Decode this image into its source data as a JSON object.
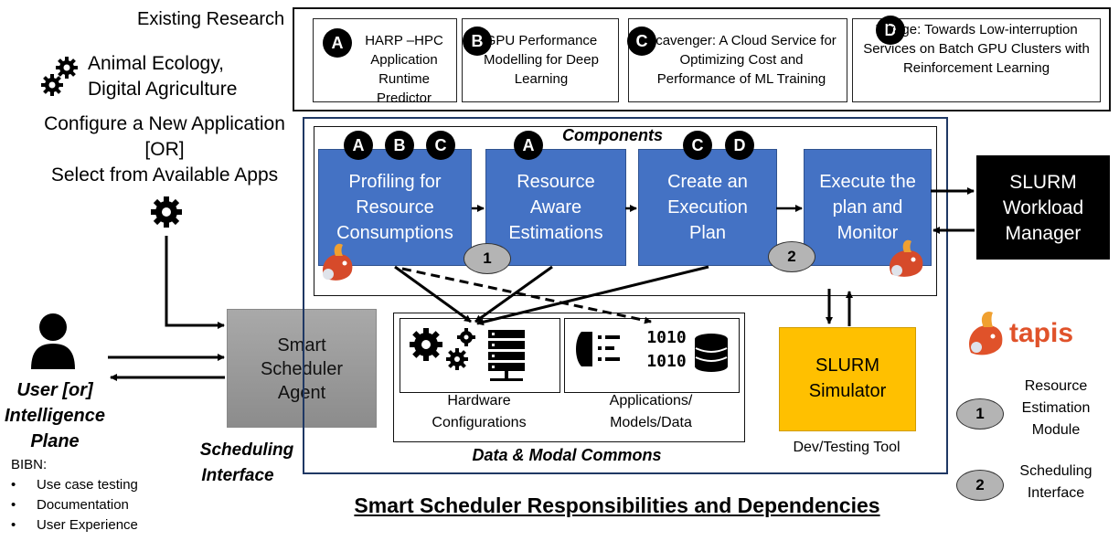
{
  "existing_research": {
    "label": "Existing Research",
    "items": [
      {
        "badge": "A",
        "text": "HARP –HPC Application Runtime Predictor"
      },
      {
        "badge": "B",
        "text": "GPU Performance Modelling for Deep Learning"
      },
      {
        "badge": "C",
        "text": "Scavenger: A Cloud Service for Optimizing Cost and Performance of ML Training"
      },
      {
        "badge": "D",
        "text": "Mirage: Towards Low-interruption Services on Batch GPU Clusters with Reinforcement Learning"
      }
    ]
  },
  "left": {
    "domain_line1": "Animal Ecology,",
    "domain_line2": "Digital Agriculture",
    "configure_line1": "Configure a New Application",
    "configure_line2": "[OR]",
    "configure_line3": "Select from Available Apps",
    "user_line1": "User [or]",
    "user_line2": "Intelligence",
    "user_line3": "Plane",
    "bibn_title": "BIBN:",
    "bibn_items": [
      "Use case testing",
      "Documentation",
      "User Experience"
    ]
  },
  "agent": {
    "line1": "Smart",
    "line2": "Scheduler",
    "line3": "Agent"
  },
  "scheduling_interface": {
    "line1": "Scheduling",
    "line2": "Interface"
  },
  "components": {
    "title": "Components",
    "boxes": [
      {
        "badges": [
          "A",
          "B",
          "C"
        ],
        "text": "Profiling for Resource Consumptions"
      },
      {
        "badges": [
          "A"
        ],
        "text": "Resource Aware Estimations"
      },
      {
        "badges": [
          "C",
          "D"
        ],
        "text": "Create an Execution Plan"
      },
      {
        "badges": [],
        "text": "Execute the plan and Monitor"
      }
    ],
    "oval1": "1",
    "oval2": "2"
  },
  "commons": {
    "title": "Data & Modal Commons",
    "hardware_line1": "Hardware",
    "hardware_line2": "Configurations",
    "apps_line1": "Applications/",
    "apps_line2": "Models/Data",
    "binary_line1": "1010",
    "binary_line2": "1010"
  },
  "slurm": {
    "line1": "SLURM",
    "line2": "Workload",
    "line3": "Manager"
  },
  "simulator": {
    "line1": "SLURM",
    "line2": "Simulator",
    "caption": "Dev/Testing Tool"
  },
  "tapis": {
    "logo_text": "tapis"
  },
  "legend": [
    {
      "number": "1",
      "line1": "Resource",
      "line2": "Estimation",
      "line3": "Module"
    },
    {
      "number": "2",
      "line1": "Scheduling",
      "line2": "Interface"
    }
  ],
  "footer_title": "Smart Scheduler Responsibilities and Dependencies",
  "colors": {
    "blue": "#4472c4",
    "slurm_sim": "#ffc000",
    "navy_border": "#1f3864",
    "tapis_orange": "#e0522a"
  }
}
